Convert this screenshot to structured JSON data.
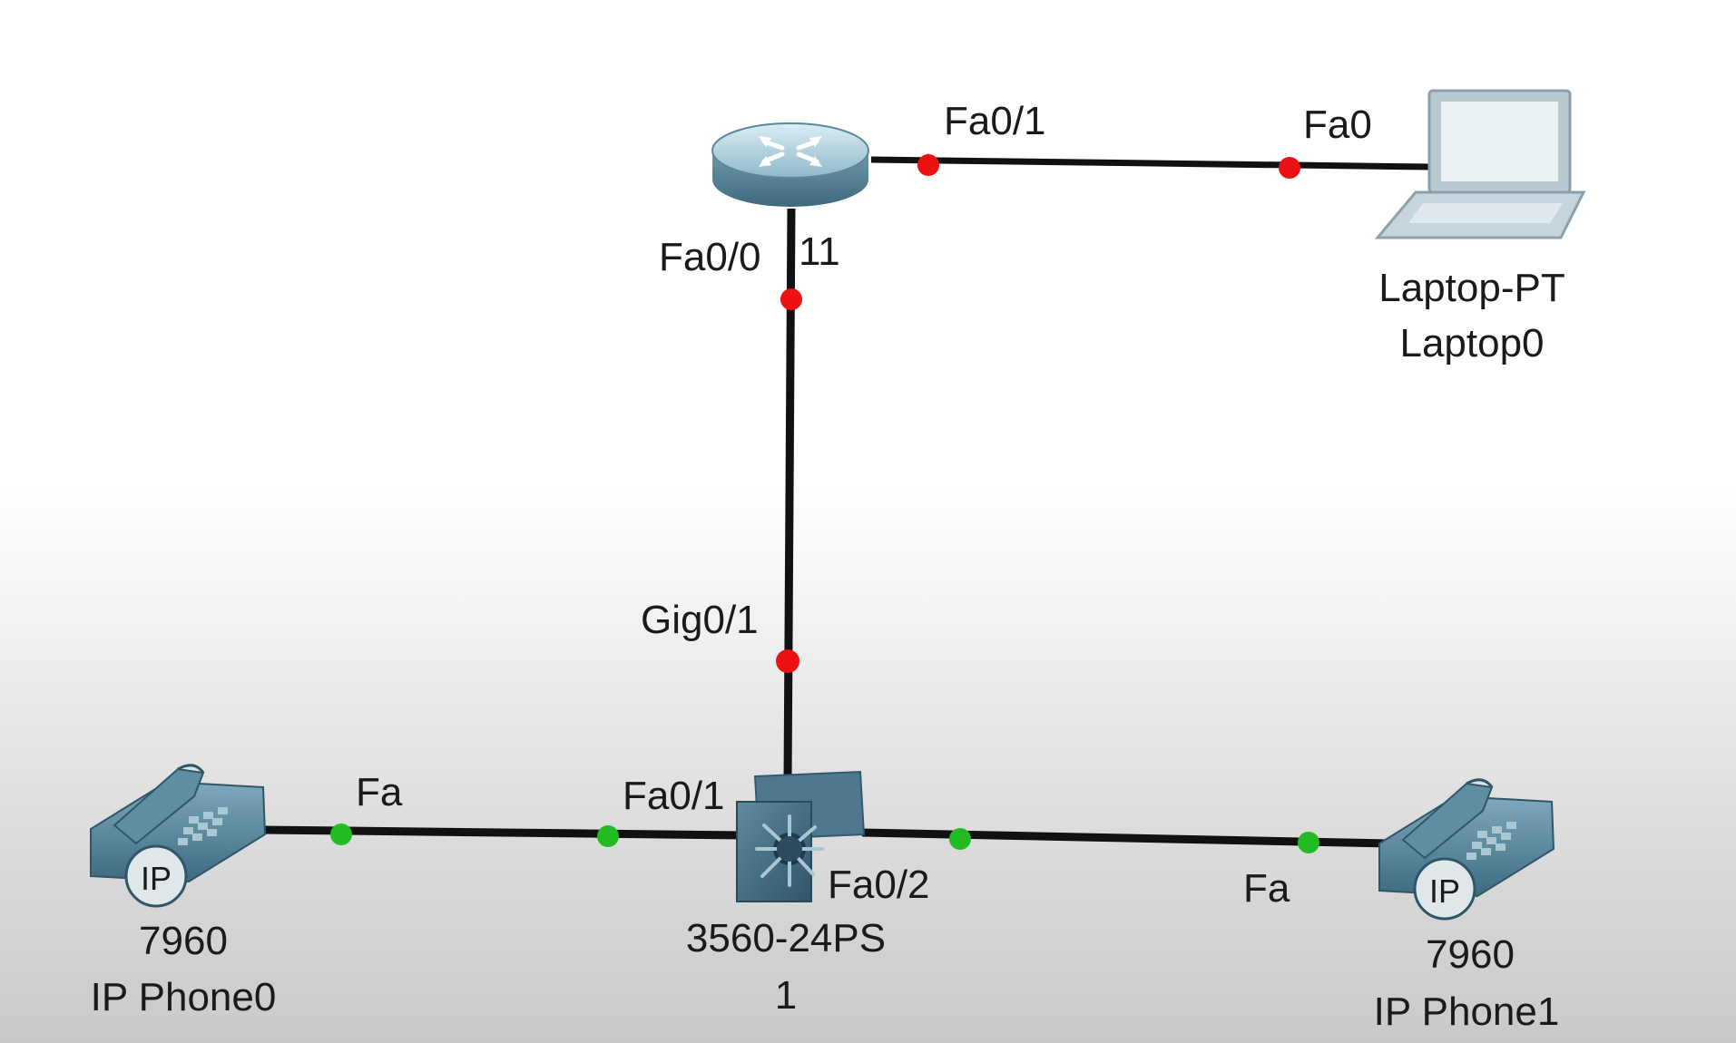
{
  "devices": {
    "router": {
      "name": ""
    },
    "laptop": {
      "model": "Laptop-PT",
      "name": "Laptop0"
    },
    "switch": {
      "model": "3560-24PS",
      "name": "1"
    },
    "phone0": {
      "model": "7960",
      "name": "IP Phone0",
      "badge": "IP"
    },
    "phone1": {
      "model": "7960",
      "name": "IP Phone1",
      "badge": "IP"
    }
  },
  "links": [
    {
      "id": "router-laptop",
      "a_port": "Fa0/1",
      "b_port": "Fa0",
      "status": "down"
    },
    {
      "id": "router-switch",
      "a_port": "Fa0/0",
      "a_extra": "11",
      "b_port": "Gig0/1",
      "status": "down"
    },
    {
      "id": "phone0-switch",
      "a_port": "Fa",
      "b_port": "Fa0/1",
      "status": "up"
    },
    {
      "id": "switch-phone1",
      "a_port": "Fa0/2",
      "b_port": "Fa",
      "status": "up"
    }
  ],
  "colors": {
    "link_down": "#ee1111",
    "link_up": "#22bb22",
    "cable": "#111111"
  }
}
